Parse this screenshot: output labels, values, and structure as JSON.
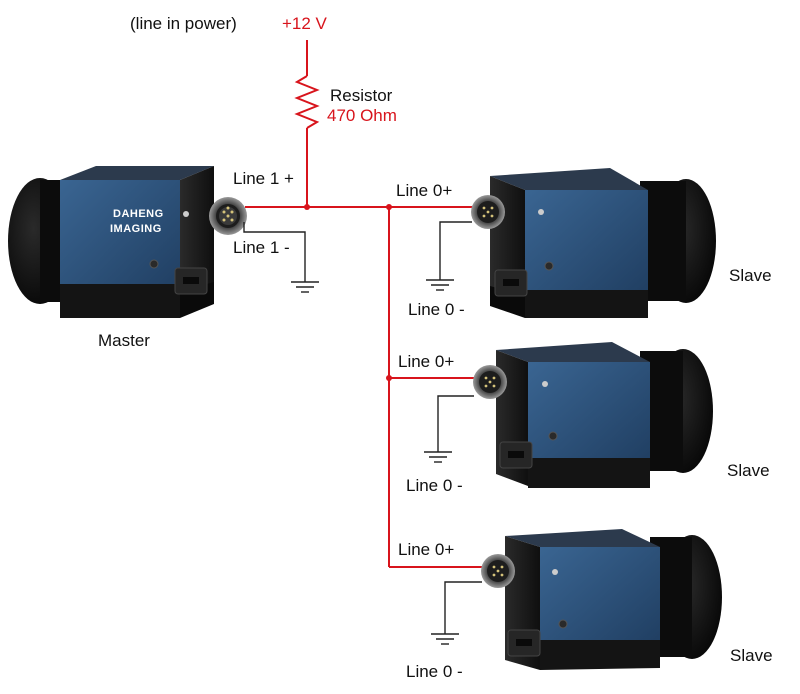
{
  "power": {
    "note": "(line in power)",
    "voltage": "+12 V"
  },
  "resistor": {
    "label": "Resistor",
    "value": "470 Ohm"
  },
  "master": {
    "label": "Master",
    "brand_line1": "DAHENG",
    "brand_line2": "IMAGING",
    "line_plus": "Line 1 +",
    "line_minus": "Line 1 -"
  },
  "slaves": [
    {
      "label": "Slave",
      "line_plus": "Line 0+",
      "line_minus": "Line 0 -"
    },
    {
      "label": "Slave",
      "line_plus": "Line 0+",
      "line_minus": "Line 0 -"
    },
    {
      "label": "Slave",
      "line_plus": "Line 0+",
      "line_minus": "Line 0 -"
    }
  ],
  "colors": {
    "wire": "#d8141c",
    "camera_face": "#2b4f78",
    "camera_body": "#1a1a1a",
    "lens": "#0d0d0d"
  }
}
